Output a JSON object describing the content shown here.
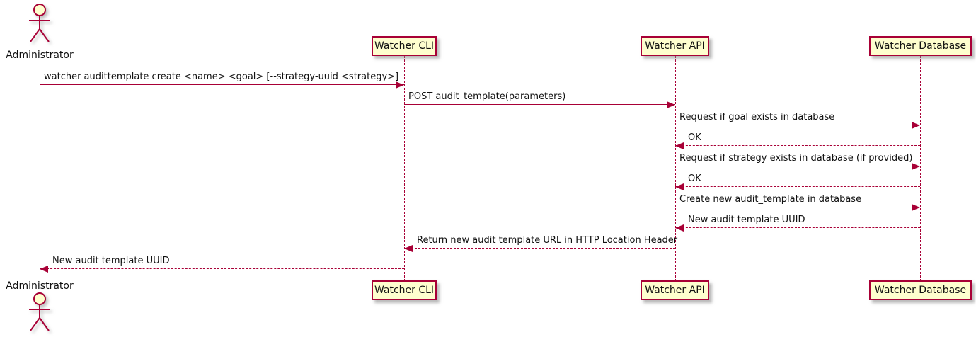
{
  "diagram": {
    "type": "sequence",
    "colors": {
      "accent": "#A80036",
      "participant_fill": "#FEFECE",
      "background": "#FFFFFF",
      "shadow": "#888888",
      "text": "#111111"
    },
    "actor": {
      "name": "Administrator"
    },
    "participants": [
      {
        "label": "Watcher CLI"
      },
      {
        "label": "Watcher API"
      },
      {
        "label": "Watcher Database"
      }
    ],
    "messages": [
      {
        "text": "watcher audittemplate create <name> <goal> [--strategy-uuid <strategy>]",
        "from": "Administrator",
        "to": "Watcher CLI",
        "line": "solid",
        "direction": "right"
      },
      {
        "text": "POST audit_template(parameters)",
        "from": "Watcher CLI",
        "to": "Watcher API",
        "line": "solid",
        "direction": "right"
      },
      {
        "text": "Request if goal exists in database",
        "from": "Watcher API",
        "to": "Watcher Database",
        "line": "solid",
        "direction": "right"
      },
      {
        "text": "OK",
        "from": "Watcher Database",
        "to": "Watcher API",
        "line": "dashed",
        "direction": "left"
      },
      {
        "text": "Request if strategy exists in database (if provided)",
        "from": "Watcher API",
        "to": "Watcher Database",
        "line": "solid",
        "direction": "right"
      },
      {
        "text": "OK",
        "from": "Watcher Database",
        "to": "Watcher API",
        "line": "dashed",
        "direction": "left"
      },
      {
        "text": "Create new audit_template in database",
        "from": "Watcher API",
        "to": "Watcher Database",
        "line": "solid",
        "direction": "right"
      },
      {
        "text": "New audit template UUID",
        "from": "Watcher Database",
        "to": "Watcher API",
        "line": "dashed",
        "direction": "left"
      },
      {
        "text": "Return new audit template URL in HTTP Location Header",
        "from": "Watcher API",
        "to": "Watcher CLI",
        "line": "dashed",
        "direction": "left"
      },
      {
        "text": "New audit template UUID",
        "from": "Watcher CLI",
        "to": "Administrator",
        "line": "dashed",
        "direction": "left"
      }
    ]
  }
}
